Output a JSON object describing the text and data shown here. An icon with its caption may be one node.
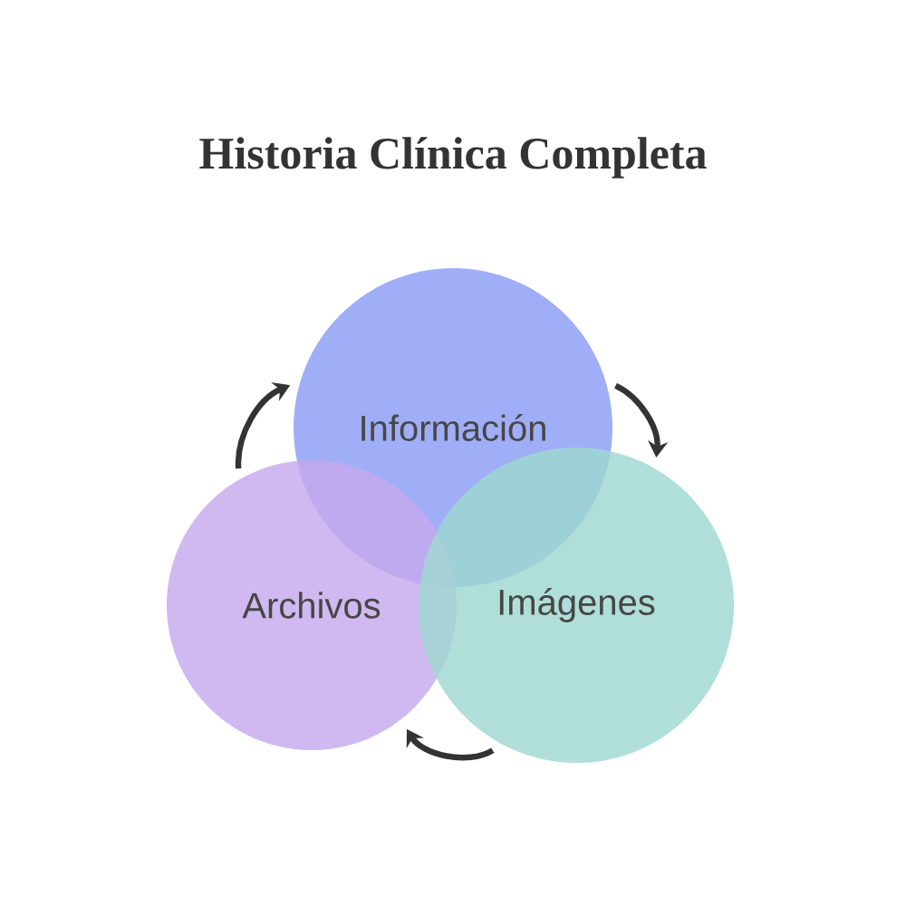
{
  "diagram": {
    "title": "Historia Clínica Completa",
    "nodes": [
      {
        "text": [
          "Información"
        ]
      },
      {
        "text": [
          "Archivos"
        ]
      },
      {
        "text": [
          "Imágenes"
        ]
      }
    ],
    "edges": [
      {
        "from": 1,
        "to": 0,
        "arrow": "to"
      },
      {
        "from": 0,
        "to": 2,
        "arrow": "to"
      },
      {
        "from": 2,
        "to": 1,
        "arrow": "to"
      }
    ]
  }
}
